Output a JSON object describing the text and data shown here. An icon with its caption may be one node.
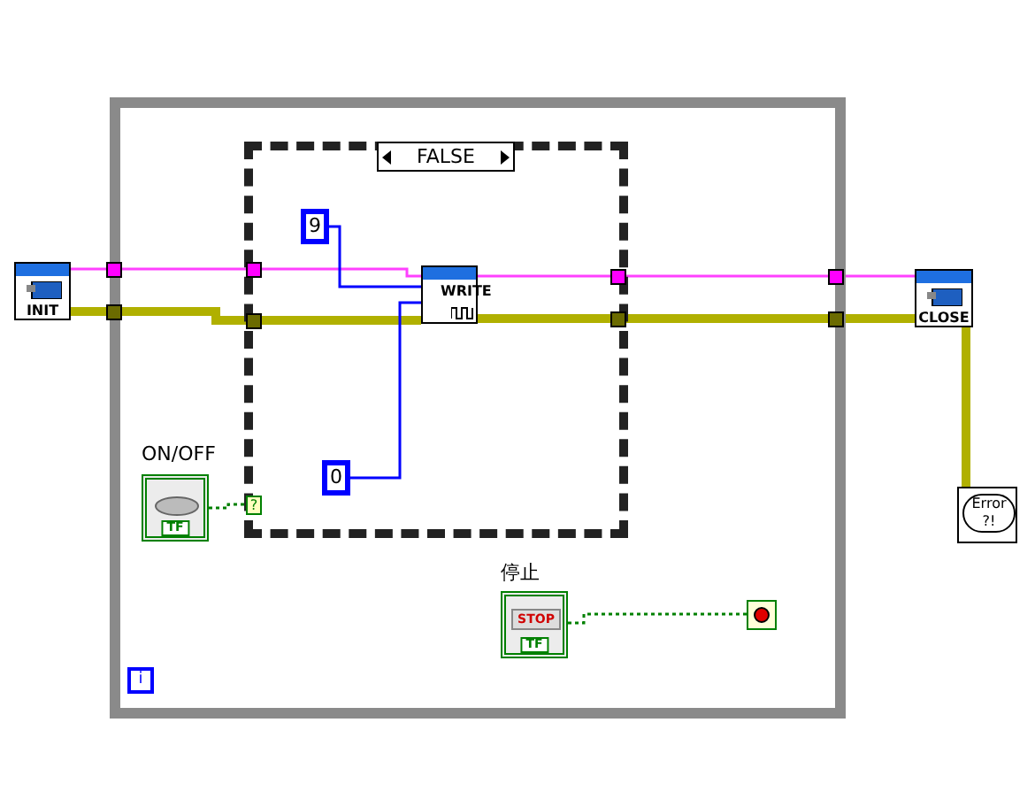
{
  "diagram": {
    "nodes": [
      {
        "text": [],
        "shape": "box"
      },
      {
        "text": [
          "FALSE"
        ],
        "in": 0
      },
      {
        "text": [
          "INIT"
        ]
      },
      {
        "text": [
          "9"
        ],
        "in": 1
      },
      {
        "text": [
          "WRITE"
        ],
        "in": 1
      },
      {
        "text": [
          "0"
        ],
        "in": 1
      },
      {
        "text": [
          "ON/OFF",
          "TF"
        ],
        "in": 0
      },
      {
        "text": [
          "?"
        ],
        "in": 1
      },
      {
        "text": [
          "停止",
          "STOP",
          "TF"
        ],
        "in": 0
      },
      {
        "text": [],
        "shape": "circle",
        "in": 0
      },
      {
        "text": [
          "CLOSE"
        ]
      },
      {
        "text": [
          "Error ?!"
        ]
      },
      {
        "text": [
          "i"
        ],
        "in": 0
      }
    ],
    "edges": [
      {
        "from": 2,
        "to": 4,
        "arrow": "none",
        "color": "#ff40ff"
      },
      {
        "from": 2,
        "to": 4,
        "arrow": "none",
        "style": "thick",
        "color": "#b0b000"
      },
      {
        "from": 4,
        "to": 10,
        "arrow": "none",
        "color": "#ff40ff"
      },
      {
        "from": 4,
        "to": 10,
        "arrow": "none",
        "style": "thick",
        "color": "#b0b000"
      },
      {
        "from": 3,
        "to": 4,
        "arrow": "none",
        "color": "#0000ff"
      },
      {
        "from": 5,
        "to": 4,
        "arrow": "none",
        "color": "#0000ff"
      },
      {
        "from": 6,
        "to": 7,
        "arrow": "none",
        "style": "dashed",
        "color": "#008000"
      },
      {
        "from": 8,
        "to": 9,
        "arrow": "none",
        "style": "dashed",
        "color": "#008000"
      },
      {
        "from": 10,
        "to": 11,
        "arrow": "none",
        "style": "thick",
        "color": "#b0b000"
      }
    ]
  }
}
